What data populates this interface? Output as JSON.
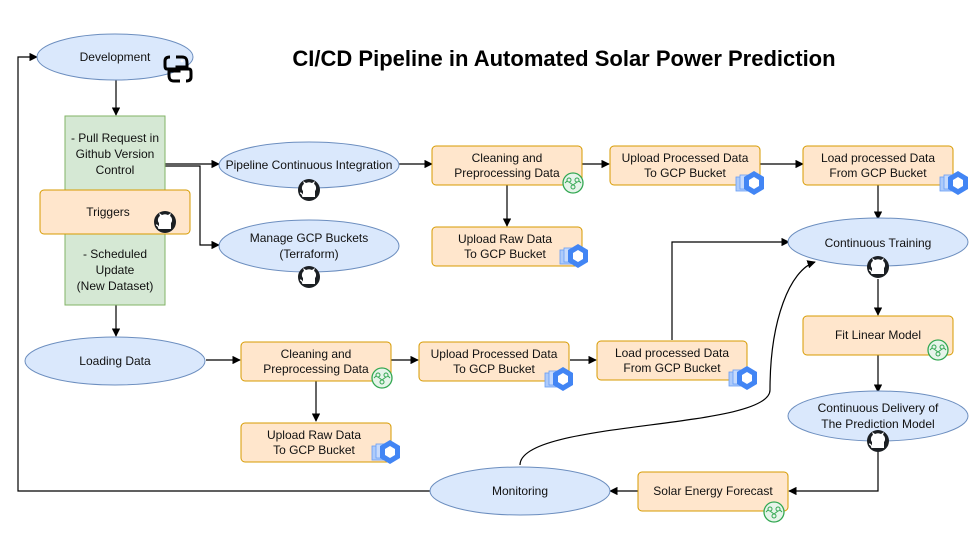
{
  "title": "CI/CD Pipeline in Automated Solar Power Prediction",
  "nodes": {
    "development": "Development",
    "trigger_top": [
      "- Pull Request in",
      "Github Version",
      "Control"
    ],
    "triggers": "Triggers",
    "trigger_bottom": [
      "- Scheduled",
      "Update",
      "(New Dataset)"
    ],
    "pipeline_ci": "Pipeline Continuous Integration",
    "manage_gcp": [
      "Manage GCP Buckets",
      "(Terraform)"
    ],
    "cleaning_top": [
      "Cleaning and",
      "Preprocessing Data"
    ],
    "upload_processed_top": [
      "Upload Processed Data",
      "To GCP Bucket"
    ],
    "load_processed_top": [
      "Load processed Data",
      "From GCP Bucket"
    ],
    "upload_raw_top": [
      "Upload Raw Data",
      "To GCP Bucket"
    ],
    "continuous_training": "Continuous Training",
    "fit_linear": "Fit Linear Model",
    "continuous_delivery": [
      "Continuous Delivery of",
      "The Prediction Model"
    ],
    "loading_data": "Loading Data",
    "cleaning_bottom": [
      "Cleaning and",
      "Preprocessing Data"
    ],
    "upload_processed_bottom": [
      "Upload Processed Data",
      "To GCP Bucket"
    ],
    "load_processed_bottom": [
      "Load processed Data",
      "From GCP Bucket"
    ],
    "upload_raw_bottom": [
      "Upload Raw Data",
      "To GCP Bucket"
    ],
    "monitoring": "Monitoring",
    "solar_forecast": "Solar Energy Forecast"
  },
  "icons": [
    "python-icon",
    "github-icon",
    "gcp-storage-icon",
    "ml-brain-icon"
  ],
  "colors": {
    "ellipse_fill": "#dae8fc",
    "ellipse_stroke": "#6c8ebf",
    "box_fill": "#ffe6cc",
    "box_stroke": "#d79b00",
    "trigger_fill": "#d5e8d4",
    "trigger_stroke": "#82b366"
  }
}
